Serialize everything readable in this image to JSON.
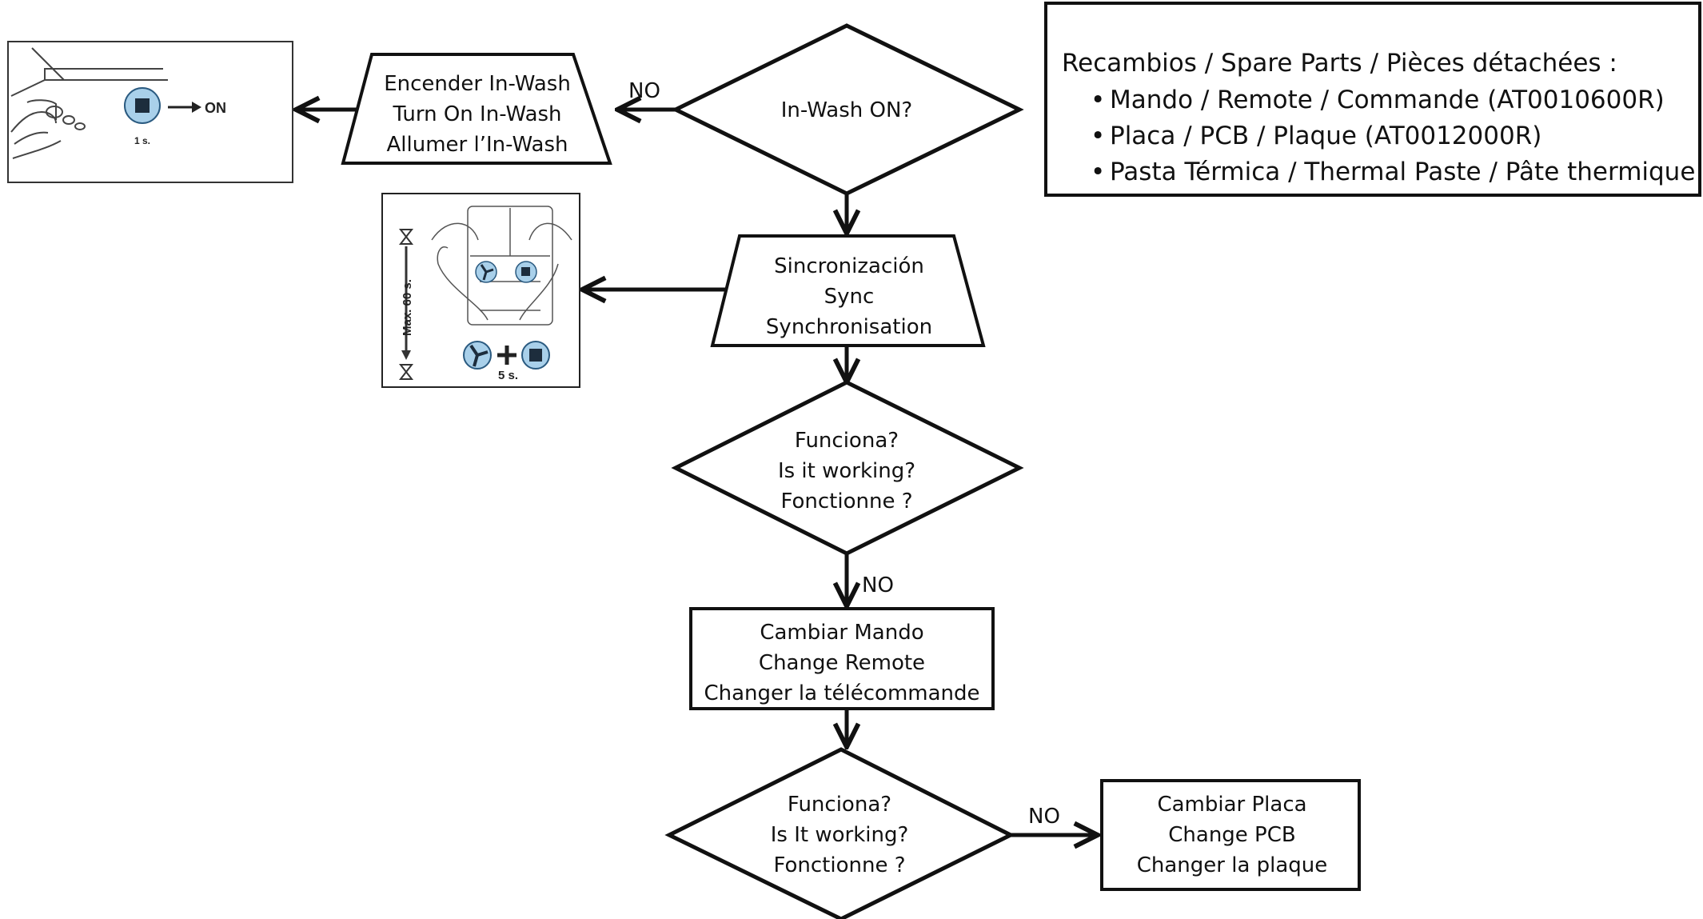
{
  "nodes": {
    "inwash_question": "In-Wash ON?",
    "turn_on": [
      "Encender In-Wash",
      "Turn On In-Wash",
      "Allumer l’In-Wash"
    ],
    "sync": [
      "Sincronización",
      "Sync",
      "Synchronisation"
    ],
    "working_1": [
      "Funciona?",
      "Is it working?",
      "Fonctionne ?"
    ],
    "change_remote": [
      "Cambiar Mando",
      "Change Remote",
      "Changer la télécommande"
    ],
    "working_2": [
      "Funciona?",
      "Is It working?",
      "Fonctionne ?"
    ],
    "change_pcb": [
      "Cambiar Placa",
      "Change PCB",
      "Changer la plaque"
    ]
  },
  "edge_labels": {
    "inwash_no": "NO",
    "working1_no": "NO",
    "working2_no": "NO"
  },
  "spare_parts": {
    "title": "Recambios / Spare Parts / Pièces détachées :",
    "items": [
      "Mando / Remote / Commande (AT0010600R)",
      "Placa / PCB / Plaque (AT0012000R)",
      "Pasta Térmica / Thermal Paste / Pâte thermique"
    ]
  },
  "illustrations": {
    "power_on": {
      "arrow_text": "ON",
      "duration": "1 s.",
      "icons": [
        "stop-button-icon",
        "arrow-right-icon"
      ]
    },
    "sync_remote": {
      "max_time": "Max. 60 s.",
      "duration": "5 s.",
      "icons": [
        "fan-button-icon",
        "stop-button-icon",
        "plus-icon",
        "hourglass-icon"
      ]
    }
  },
  "colors": {
    "stroke": "#111111",
    "button_fill": "#a9d0ea",
    "button_border": "#2a5a80"
  }
}
